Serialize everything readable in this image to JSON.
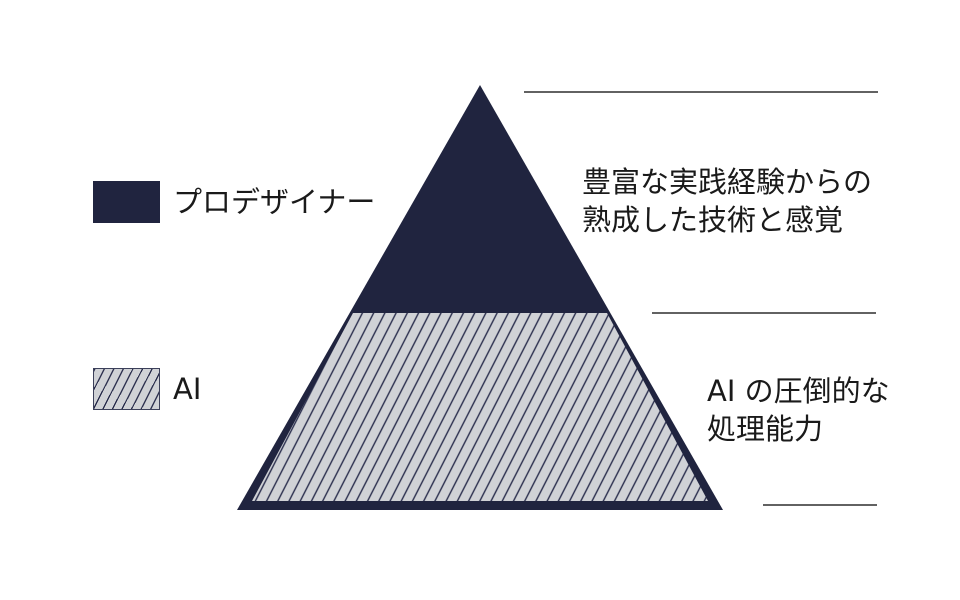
{
  "legend": {
    "items": [
      {
        "label": "プロデザイナー",
        "swatch": "solid"
      },
      {
        "label": "AI",
        "swatch": "hatched"
      }
    ]
  },
  "pyramid": {
    "type": "two-tier pyramid",
    "tiers": [
      {
        "name": "プロデザイナー",
        "fill": "solid",
        "annotation_lines": [
          "豊富な実践経験からの",
          "熟成した技術と感覚"
        ]
      },
      {
        "name": "AI",
        "fill": "hatched",
        "annotation_lines": [
          "AI の圧倒的な",
          "処理能力"
        ]
      }
    ]
  },
  "colors": {
    "navy": "#20243f",
    "hatch_background": "#d0d2d6",
    "hatch_line": "#2a2e4d",
    "text": "#1a1a1a",
    "rule": "#2e2e2e",
    "background": "#ffffff"
  }
}
